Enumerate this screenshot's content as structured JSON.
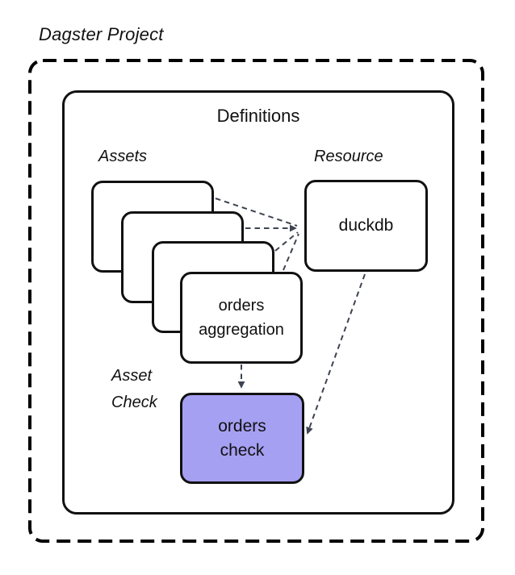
{
  "colors": {
    "accent_purple": "#A6A0F3",
    "connector": "#3D4450",
    "box_border": "#111111",
    "canvas_bg": "#FFFFFF"
  },
  "diagram": {
    "project_label": "Dagster Project",
    "definitions_label": "Definitions",
    "groups": {
      "assets_label": "Assets",
      "resource_label": "Resource",
      "asset_check_label": "Asset Check"
    },
    "nodes": {
      "asset_stack_count": 4,
      "orders_aggregation": "orders aggregation",
      "duckdb": "duckdb",
      "orders_check": "orders check"
    },
    "edges": [
      {
        "from": "asset-card-1",
        "to": "duckdb"
      },
      {
        "from": "asset-card-2",
        "to": "duckdb"
      },
      {
        "from": "asset-card-3",
        "to": "duckdb"
      },
      {
        "from": "orders-aggregation",
        "to": "duckdb"
      },
      {
        "from": "orders-aggregation",
        "to": "orders-check"
      },
      {
        "from": "duckdb",
        "to": "orders-check"
      }
    ]
  }
}
